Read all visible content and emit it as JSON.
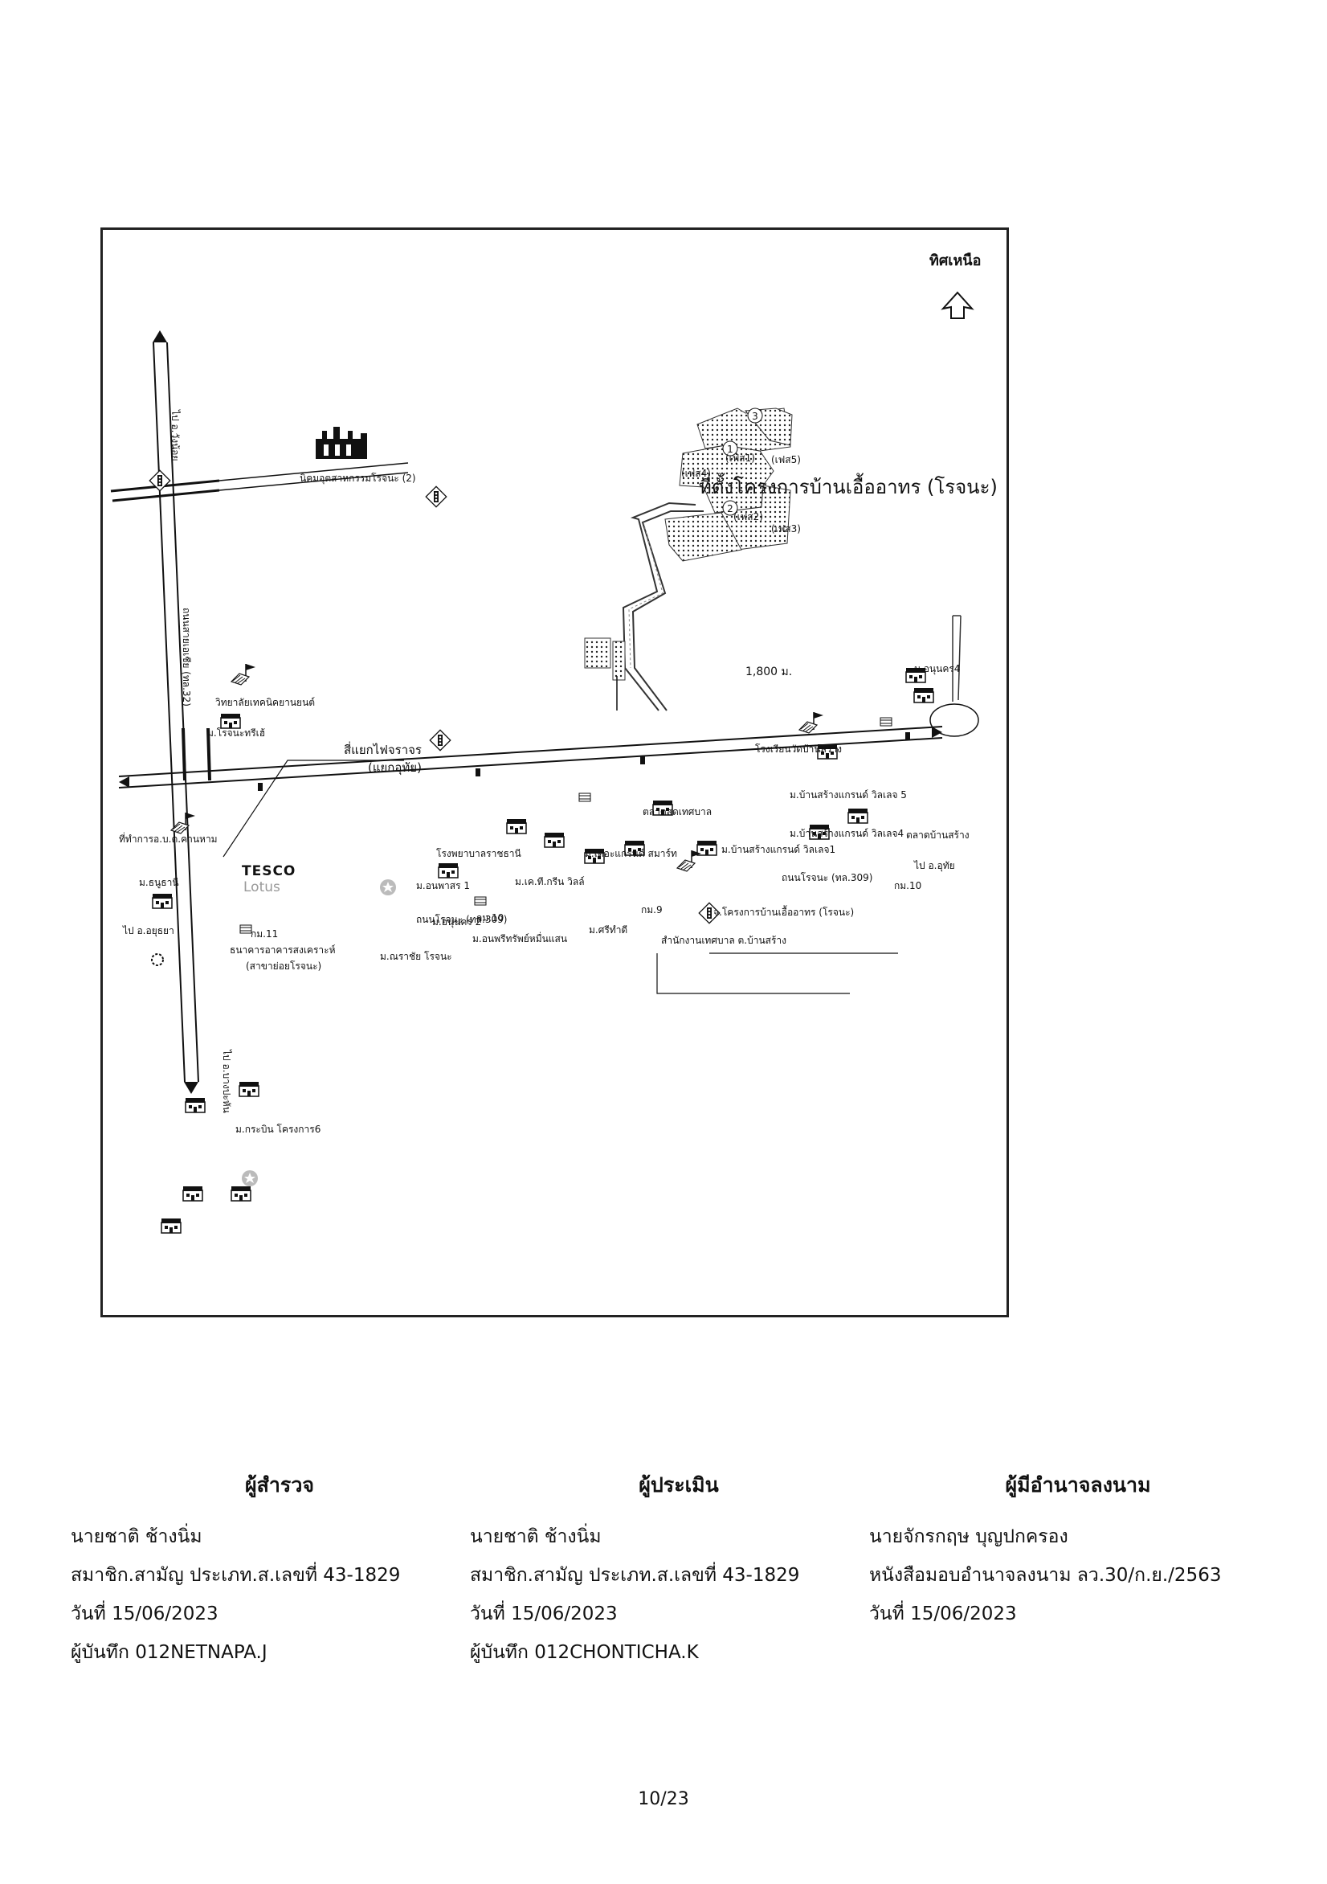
{
  "map": {
    "project_title": "ที่ตั้งโครงการบ้านเอื้ออาทร (โรจนะ)",
    "north_label": "ทิศเหนือ",
    "distance_label": "1,800 ม.",
    "phase_labels": [
      {
        "num": "1",
        "text": "(เฟส1)"
      },
      {
        "num": "2",
        "text": "(เฟส2)"
      },
      {
        "num": "3",
        "text": "(เฟส3)"
      },
      {
        "num": "4",
        "text": "(เฟส4)"
      },
      {
        "num": "5",
        "text": "(เฟส5)"
      }
    ],
    "road_labels": {
      "highway_north": "ไป อ.วังน้อย",
      "highway_middle": "ถนนสายเอเชีย (ทล.32)",
      "highway_south": "ไป อ.บางปะหัน",
      "rojana_road_west": "ถนนโรจนะ (ทล.309)",
      "rojana_road_east": "ถนนโรจนะ (ทล.309)",
      "to_ayutthaya": "ไป อ.อยุธยา",
      "to_uthai": "ไป อ.อุทัย",
      "km11": "กม.11",
      "km10a": "กม.10",
      "km10b": "กม.10",
      "km9": "กม.9"
    },
    "places": {
      "industrial_estate": "นิคมอุตสาหกรรมโรจนะ (2)",
      "technical_college": "วิทยาลัยเทคนิคยานยนต์",
      "m_rojana_ville": "ม.โรจนะทรีเฮ้",
      "intersection": "สี่แยกไฟจราจร",
      "intersection_sub": "(แยกอุทัย)",
      "district_office": "ที่ทำการอ.บ.ต.คานหาม",
      "m_thanutani": "ม.ธนูธานี",
      "tesco_line1": "TESCO",
      "tesco_line2": "Lotus",
      "hospital": "โรงพยาบาลราชธานี",
      "m_anuphas1": "ม.อนพาสร 1",
      "m_kt_green": "ม.เค.ที.กรีน วิลล์",
      "m_grand_smart": "ม.เดอะแกรนด์ สมาร์ท",
      "m_anupas2": "ม.อนุนคร 2",
      "m_sinsap": "ม.อนพรีทรัพย์หมื่นแสน",
      "m_sri_thai": "ม.ศรีทำดี",
      "bank": "ธนาคารอาคารสงเคราะห์",
      "bank_sub": "(สาขาย่อยโรจนะ)",
      "m_narachai": "ม.ณราชัย โรจนะ",
      "market": "ตลาดสดเทศบาล",
      "school": "โรงเรียนวัดบ้านสร้าง",
      "m_ban_sang_5": "ม.บ้านสร้างแกรนด์ วิลเลจ 5",
      "m_ban_sang_4": "ม.บ้านสร้างแกรนด์ วิลเลจ4",
      "m_ban_sang_1": "ม.บ้านสร้างแกรนด์ วิลเลจ1",
      "m_anunakhon4": "ม.อนุนคร4",
      "ban_sang_market": "ตลาดบ้านสร้าง",
      "project_entry": "จ.โครงการบ้านเอื้ออาทร (โรจนะ)",
      "municipal_office": "สำนักงานเทศบาล ต.บ้านสร้าง",
      "m_krabin": "ม.กระบิน โครงการ6"
    }
  },
  "signatures": [
    {
      "title": "ผู้สำรวจ",
      "name": "นายชาติ ช้างนิ่ม",
      "credential": "สมาชิก.สามัญ ประเภท.ส.เลขที่ 43-1829",
      "date": "วันที่ 15/06/2023",
      "recorder": "ผู้บันทึก 012NETNAPA.J"
    },
    {
      "title": "ผู้ประเมิน",
      "name": "นายชาติ ช้างนิ่ม",
      "credential": "สมาชิก.สามัญ ประเภท.ส.เลขที่ 43-1829",
      "date": "วันที่ 15/06/2023",
      "recorder": "ผู้บันทึก 012CHONTICHA.K"
    },
    {
      "title": "ผู้มีอำนาจลงนาม",
      "name": "นายจักรกฤษ บุญปกครอง",
      "credential": "หนังสือมอบอำนาจลงนาม ลว.30/ก.ย./2563",
      "date": "วันที่ 15/06/2023"
    }
  ],
  "page_number": "10/23"
}
